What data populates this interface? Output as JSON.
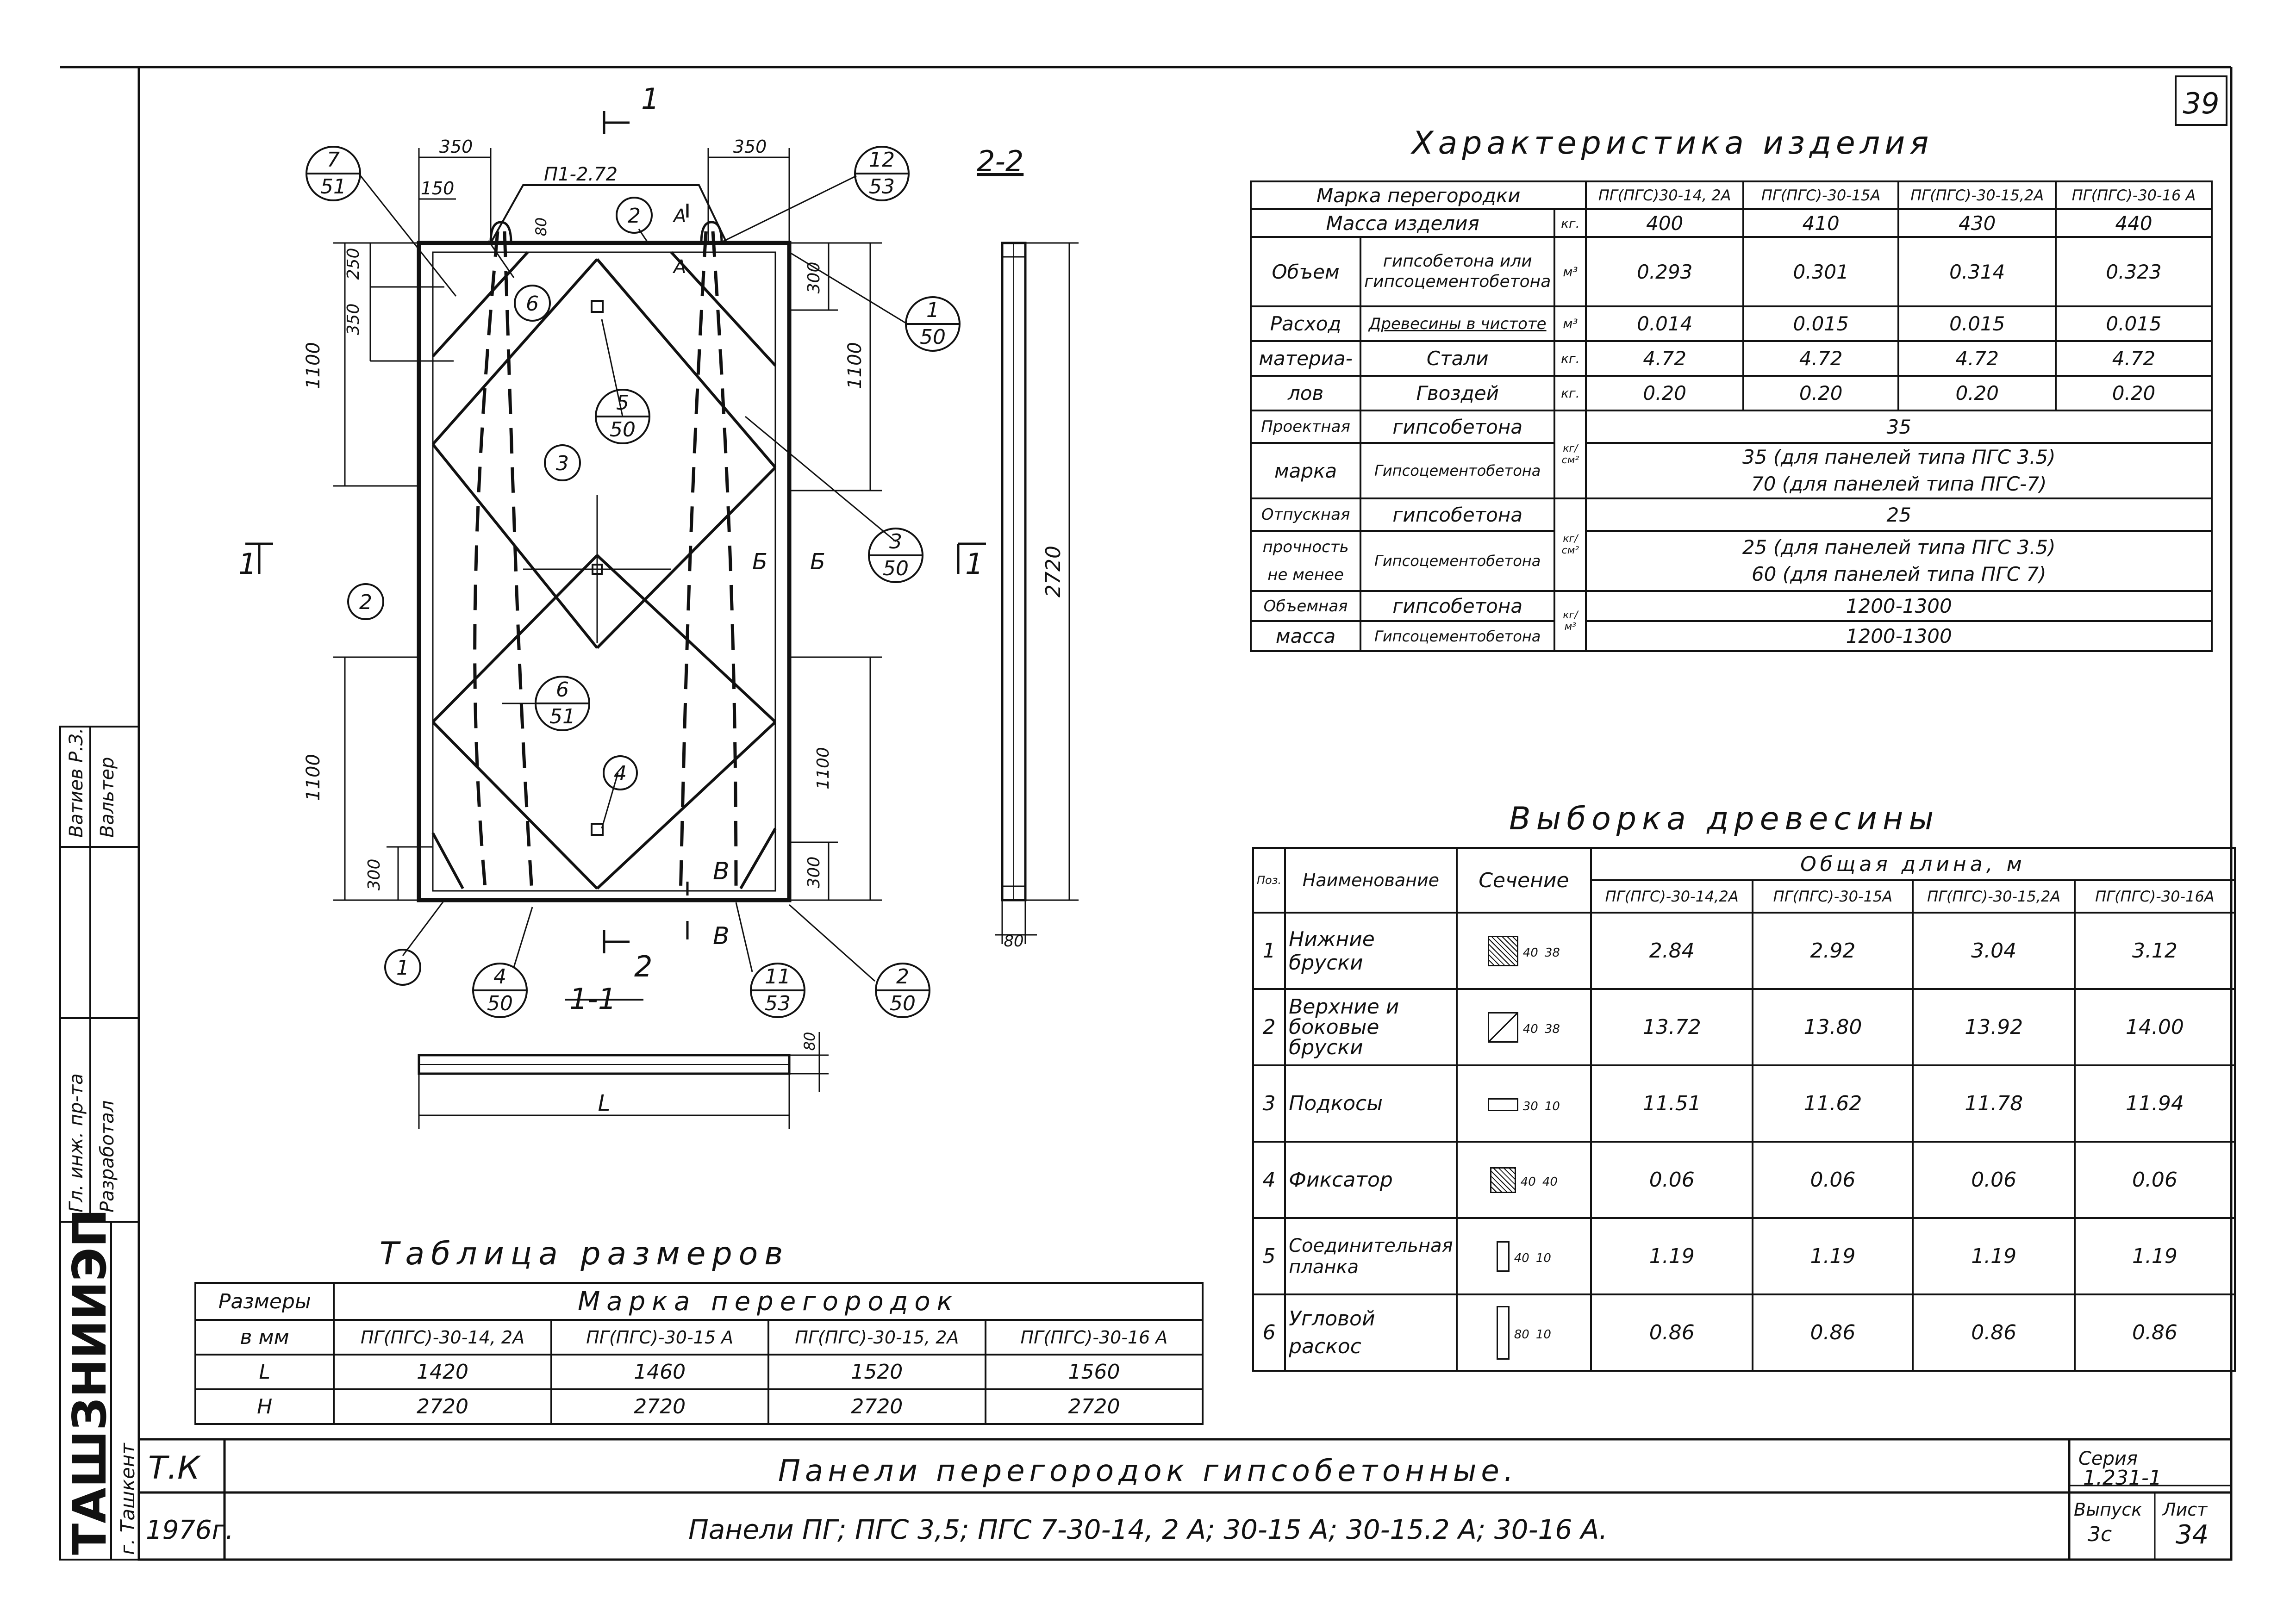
{
  "sheet_number": "39",
  "drawing": {
    "section_mark": "1",
    "section_mark_2": "2",
    "section_2_2": "2-2",
    "section_1_1": "1-1",
    "panel_code": "П1-2.72",
    "dims": {
      "d350a": "350",
      "d350b": "350",
      "d150": "150",
      "d250": "250",
      "d350v": "350",
      "d80": "80",
      "d1100a": "1100",
      "d1100b": "1100",
      "d1100c": "1100",
      "d1100d": "1100",
      "d300a": "300",
      "d300b": "300",
      "d300c": "300",
      "d2720": "2720",
      "d80b": "80",
      "d80c": "80",
      "L": "L"
    },
    "callouts": {
      "c7": {
        "top": "7",
        "bottom": "51"
      },
      "c12": {
        "top": "12",
        "bottom": "53"
      },
      "c1": {
        "top": "1",
        "bottom": "50"
      },
      "c5": {
        "top": "5",
        "bottom": "50"
      },
      "c3": {
        "top": "3",
        "bottom": "50"
      },
      "c6": {
        "top": "6",
        "bottom": "51"
      },
      "c4": {
        "top": "4",
        "bottom": "50"
      },
      "c11": {
        "top": "11",
        "bottom": "53"
      },
      "c2": {
        "top": "2",
        "bottom": "50"
      }
    },
    "items": {
      "i1": "1",
      "i2a": "2",
      "i2b": "2",
      "i3": "3",
      "i4": "4",
      "i6": "6"
    },
    "marks": {
      "A1": "A",
      "A2": "A",
      "B1": "Б",
      "B2": "Б",
      "V1": "B",
      "V2": "B"
    }
  },
  "characteristics": {
    "title": "Характеристика изделия",
    "header_label": "Марка перегородки",
    "columns": [
      "ПГ(ПГС)30-14, 2А",
      "ПГ(ПГС)-30-15А",
      "ПГ(ПГС)-30-15,2А",
      "ПГ(ПГС)-30-16 А"
    ],
    "mass_label": "Масса изделия",
    "mass_unit": "кг.",
    "mass": [
      "400",
      "410",
      "430",
      "440"
    ],
    "volume_label": "Объем",
    "volume_desc": "гипсобетона или гипсоцементобетона",
    "volume_unit": "м³",
    "volume": [
      "0.293",
      "0.301",
      "0.314",
      "0.323"
    ],
    "usage_label_1": "Расход",
    "usage_label_2": "материа-",
    "usage_label_3": "лов",
    "wood_label": "Древесины в чистоте",
    "wood_unit": "м³",
    "wood": [
      "0.014",
      "0.015",
      "0.015",
      "0.015"
    ],
    "steel_label": "Стали",
    "steel_unit": "кг.",
    "steel": [
      "4.72",
      "4.72",
      "4.72",
      "4.72"
    ],
    "nails_label": "Гвоздей",
    "nails_unit": "кг.",
    "nails": [
      "0.20",
      "0.20",
      "0.20",
      "0.20"
    ],
    "design_label_1": "Проектная",
    "design_label_2": "марка",
    "gypsum_label": "гипсобетона",
    "gypsum_cement_label": "Гипсоцементобетона",
    "grade_unit": "кг/см²",
    "design_gypsum": "35",
    "design_gc_1": "35 (для панелей типа ПГС 3.5)",
    "design_gc_2": "70 (для панелей типа ПГС-7)",
    "release_label_1": "Отпускная",
    "release_label_2": "прочность",
    "release_label_3": "не менее",
    "release_gypsum": "25",
    "release_gc_1": "25 (для панелей типа ПГС 3.5)",
    "release_gc_2": "60 (для панелей типа ПГС 7)",
    "density_label_1": "Объемная",
    "density_label_2": "масса",
    "density_unit": "кг/м³",
    "density_gypsum": "1200-1300",
    "density_gc": "1200-1300"
  },
  "wood_table": {
    "title": "Выборка древесины",
    "total_length": "Общая длина, м",
    "col_pos": "Поз.",
    "col_name": "Наименование",
    "col_section": "Сечение",
    "columns": [
      "ПГ(ПГС)-30-14,2А",
      "ПГ(ПГС)-30-15А",
      "ПГ(ПГС)-30-15,2А",
      "ПГ(ПГС)-30-16А"
    ],
    "rows": [
      {
        "pos": "1",
        "name": "Нижние бруски",
        "sec_a": "40",
        "sec_b": "38",
        "vals": [
          "2.84",
          "2.92",
          "3.04",
          "3.12"
        ]
      },
      {
        "pos": "2",
        "name": "Верхние и боковые бруски",
        "sec_a": "40",
        "sec_b": "38",
        "vals": [
          "13.72",
          "13.80",
          "13.92",
          "14.00"
        ]
      },
      {
        "pos": "3",
        "name": "Подкосы",
        "sec_a": "30",
        "sec_b": "10",
        "vals": [
          "11.51",
          "11.62",
          "11.78",
          "11.94"
        ]
      },
      {
        "pos": "4",
        "name": "Фиксатор",
        "sec_a": "40",
        "sec_b": "40",
        "vals": [
          "0.06",
          "0.06",
          "0.06",
          "0.06"
        ]
      },
      {
        "pos": "5",
        "name": "Соединительная планка",
        "sec_a": "40",
        "sec_b": "10",
        "vals": [
          "1.19",
          "1.19",
          "1.19",
          "1.19"
        ]
      },
      {
        "pos": "6",
        "name": "Угловой раскос",
        "sec_a": "80",
        "sec_b": "10",
        "vals": [
          "0.86",
          "0.86",
          "0.86",
          "0.86"
        ]
      }
    ]
  },
  "size_table": {
    "title": "Таблица размеров",
    "row_head_1": "Размеры",
    "row_head_2": "в мм",
    "group_label": "Марка перегородок",
    "columns": [
      "ПГ(ПГС)-30-14, 2А",
      "ПГ(ПГС)-30-15 А",
      "ПГ(ПГС)-30-15, 2А",
      "ПГ(ПГС)-30-16 А"
    ],
    "L_label": "L",
    "L": [
      "1420",
      "1460",
      "1520",
      "1560"
    ],
    "H_label": "H",
    "H": [
      "2720",
      "2720",
      "2720",
      "2720"
    ]
  },
  "side_stamp": {
    "org": "ТАШЗНИИЭП",
    "city": "г. Ташкент",
    "role1": "Гл. инж. пр-та",
    "role2": "Разработал",
    "name1": "Ватиев Р.З.",
    "name2": "Вальтер"
  },
  "title_block": {
    "tk": "Т.К",
    "year": "1976г.",
    "title": "Панели перегородок гипсобетонные.",
    "subtitle": "Панели ПГ; ПГС 3,5; ПГС 7-30-14, 2 А; 30-15 А; 30-15.2 А; 30-16 А.",
    "series_label": "Серия",
    "series": "1.231-1",
    "issue_label": "Выпуск",
    "issue": "3с",
    "sheet_label": "Лист",
    "sheet": "34"
  }
}
